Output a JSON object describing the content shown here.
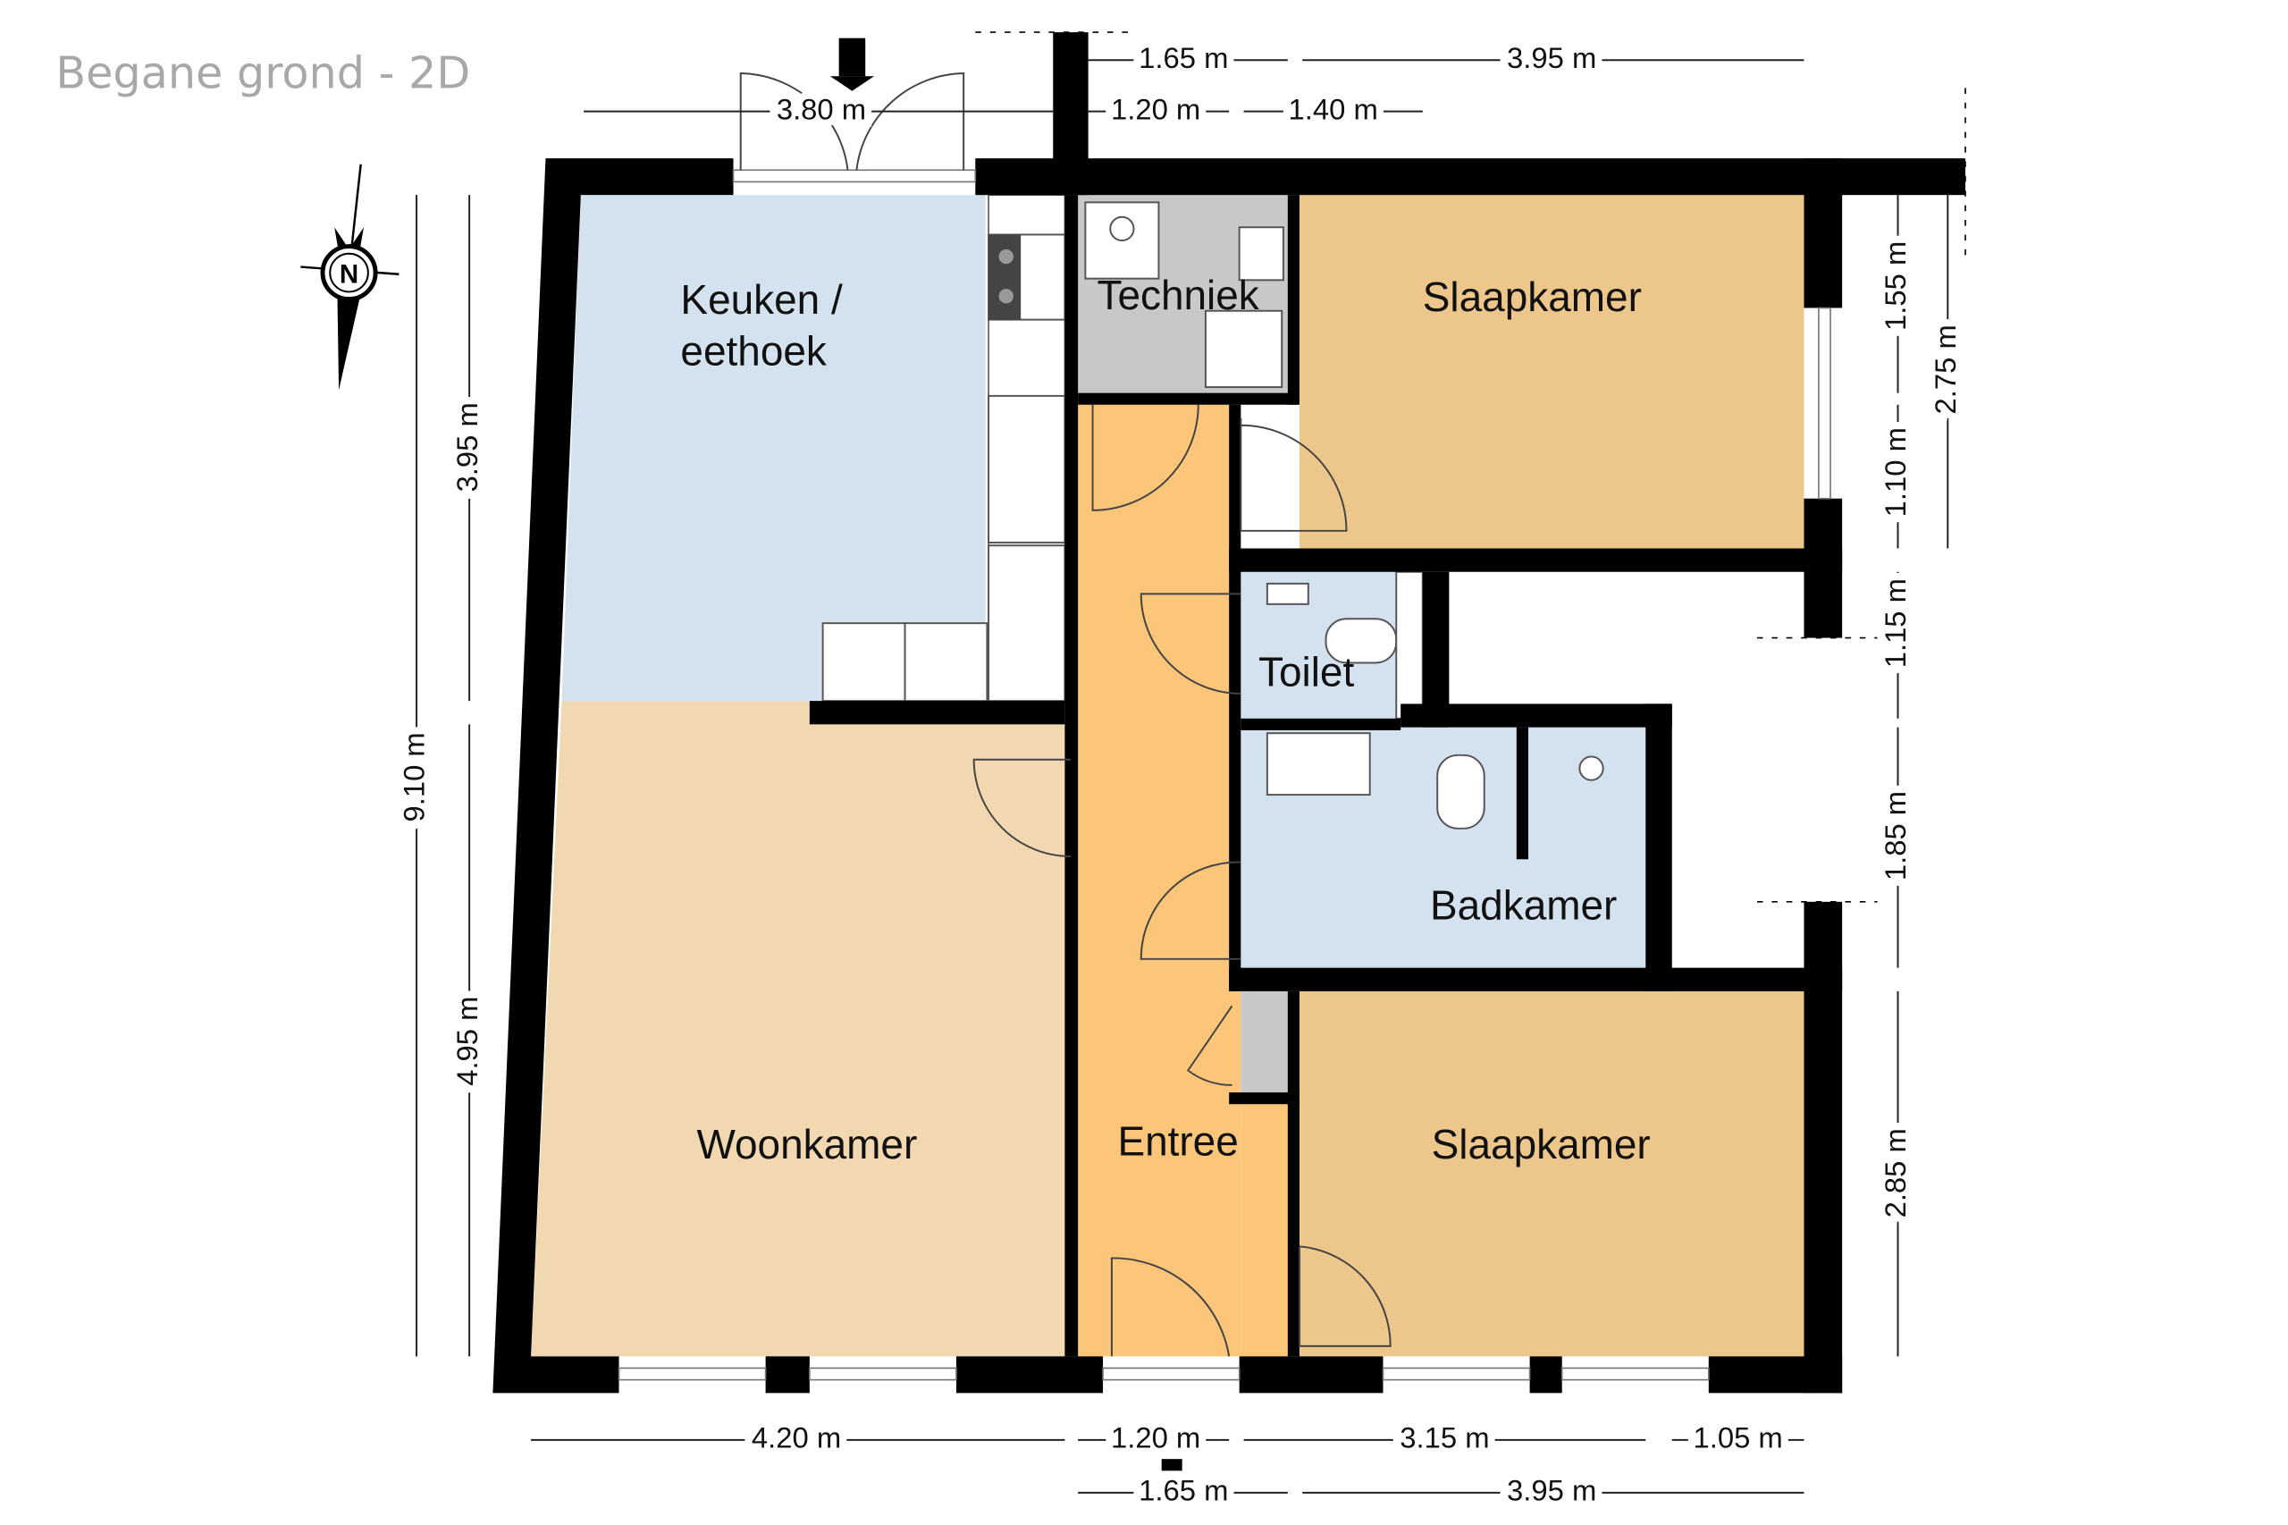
{
  "title": "Begane grond - 2D",
  "compass_label": "N",
  "rooms": {
    "keuken_line1": "Keuken /",
    "keuken_line2": "eethoek",
    "techniek": "Techniek",
    "slaapkamer_top": "Slaapkamer",
    "toilet": "Toilet",
    "badkamer": "Badkamer",
    "woonkamer": "Woonkamer",
    "entree": "Entree",
    "slaapkamer_bottom": "Slaapkamer"
  },
  "colors": {
    "kitchen": "#d4e2f0",
    "living": "#f2d8b0",
    "entree": "#fbc57a",
    "bedroom": "#ecc68a",
    "technical": "#c8c8c8",
    "wet_rooms": "#d4e2f0"
  },
  "dimensions": {
    "top": [
      "1.65 m",
      "3.95 m",
      "3.80 m",
      "1.20 m",
      "1.40 m"
    ],
    "left": [
      "9.10 m",
      "3.95 m",
      "4.95 m"
    ],
    "right": [
      "1.55 m",
      "2.75 m",
      "1.10 m",
      "1.15 m",
      "1.85 m",
      "2.85 m"
    ],
    "bottom": [
      "4.20 m",
      "1.20 m",
      "3.15 m",
      "1.05 m",
      "1.65 m",
      "3.95 m"
    ]
  }
}
